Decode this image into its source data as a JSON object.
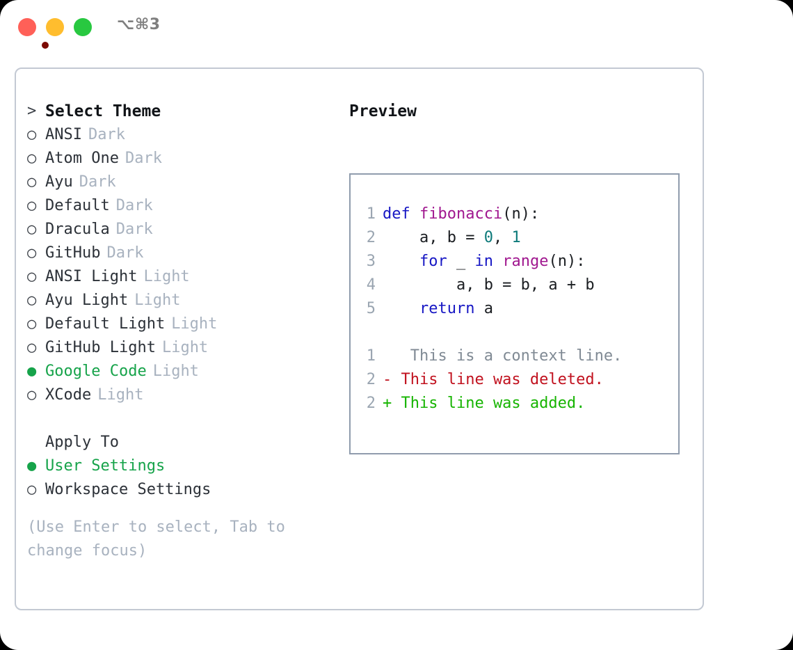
{
  "window": {
    "shortcut": "⌥⌘3",
    "traffic_lights": [
      "close-dot",
      "minimize-dot",
      "maximize-dot"
    ]
  },
  "theme_selector": {
    "prompt_marker": ">",
    "title": "Select Theme",
    "bullet_unselected": "○",
    "bullet_selected": "●",
    "items": [
      {
        "label": "ANSI",
        "tag": "Dark",
        "selected": false
      },
      {
        "label": "Atom One",
        "tag": "Dark",
        "selected": false
      },
      {
        "label": "Ayu",
        "tag": "Dark",
        "selected": false
      },
      {
        "label": "Default",
        "tag": "Dark",
        "selected": false
      },
      {
        "label": "Dracula",
        "tag": "Dark",
        "selected": false
      },
      {
        "label": "GitHub",
        "tag": "Dark",
        "selected": false
      },
      {
        "label": "ANSI Light",
        "tag": "Light",
        "selected": false
      },
      {
        "label": "Ayu Light",
        "tag": "Light",
        "selected": false
      },
      {
        "label": "Default Light",
        "tag": "Light",
        "selected": false
      },
      {
        "label": "GitHub Light",
        "tag": "Light",
        "selected": false
      },
      {
        "label": "Google Code",
        "tag": "Light",
        "selected": true
      },
      {
        "label": "XCode",
        "tag": "Light",
        "selected": false
      }
    ]
  },
  "apply_to": {
    "heading": "Apply To",
    "options": [
      {
        "label": "User Settings",
        "selected": true
      },
      {
        "label": "Workspace Settings",
        "selected": false
      }
    ]
  },
  "hint": {
    "line1": "(Use Enter to select, Tab to",
    "line2": "change focus)"
  },
  "preview": {
    "title": "Preview",
    "code_lines": [
      {
        "num": "1",
        "tokens": [
          {
            "t": "def ",
            "c": "kw"
          },
          {
            "t": "fibonacci",
            "c": "fn"
          },
          {
            "t": "(n):",
            "c": "pl"
          }
        ]
      },
      {
        "num": "2",
        "tokens": [
          {
            "t": "    a, b = ",
            "c": "pl"
          },
          {
            "t": "0",
            "c": "num"
          },
          {
            "t": ", ",
            "c": "pl"
          },
          {
            "t": "1",
            "c": "num"
          }
        ]
      },
      {
        "num": "3",
        "tokens": [
          {
            "t": "    ",
            "c": "pl"
          },
          {
            "t": "for",
            "c": "kw"
          },
          {
            "t": " _ ",
            "c": "pl"
          },
          {
            "t": "in",
            "c": "kw"
          },
          {
            "t": " ",
            "c": "pl"
          },
          {
            "t": "range",
            "c": "fn"
          },
          {
            "t": "(n):",
            "c": "pl"
          }
        ]
      },
      {
        "num": "4",
        "tokens": [
          {
            "t": "        a, b = b, a + b",
            "c": "pl"
          }
        ]
      },
      {
        "num": "5",
        "tokens": [
          {
            "t": "    ",
            "c": "pl"
          },
          {
            "t": "return",
            "c": "kw"
          },
          {
            "t": " a",
            "c": "pl"
          }
        ]
      }
    ],
    "diff_lines": [
      {
        "num": "1",
        "marker": " ",
        "text": "  This is a context line.",
        "kind": "ctx"
      },
      {
        "num": "2",
        "marker": "-",
        "text": " This line was deleted.",
        "kind": "del"
      },
      {
        "num": "2",
        "marker": "+",
        "text": " This line was added.",
        "kind": "add"
      }
    ]
  },
  "colors": {
    "selected_green": "#16a34a",
    "tag_gray": "#a8b2bf",
    "keyword_blue": "#1717c4",
    "function_purple": "#a0178f",
    "number_teal": "#0d7a7a",
    "diff_deleted_red": "#c1121f",
    "diff_added_green": "#16b400",
    "line_number_gray": "#9aa5b1",
    "panel_border": "#c3c9d3",
    "code_border": "#909cad"
  }
}
